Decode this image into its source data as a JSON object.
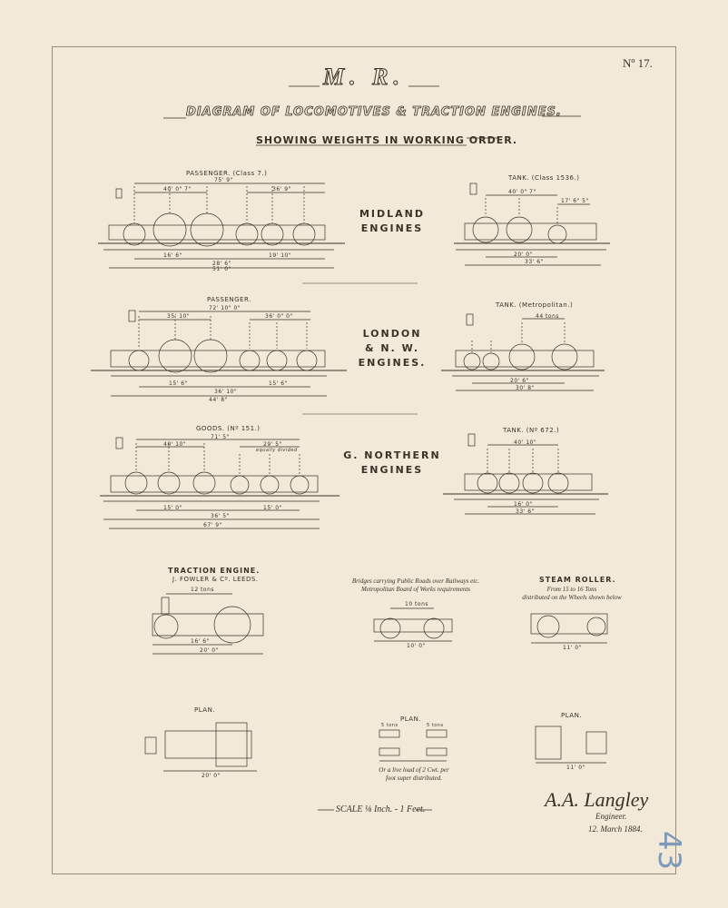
{
  "sheet_number": "Nº 17.",
  "monogram": "M. R.",
  "title": "DIAGRAM OF LOCOMOTIVES & TRACTION ENGINES.",
  "subtitle": "SHOWING WEIGHTS IN WORKING ORDER.",
  "groups": {
    "midland": {
      "line1": "MIDLAND",
      "line2": "ENGINES"
    },
    "lnw": {
      "line1": "LONDON",
      "line2": "& N. W.",
      "line3": "ENGINES."
    },
    "gn": {
      "line1": "G. NORTHERN",
      "line2": "ENGINES"
    }
  },
  "engines": {
    "mr_passenger": "PASSENGER. (Class 7.)",
    "mr_tank": "TANK. (Class 1536.)",
    "lnw_passenger": "PASSENGER.",
    "lnw_tank": "TANK. (Metropolitan.)",
    "gn_goods": "GOODS. (Nº 151.)",
    "gn_tank": "TANK. (Nº 672.)"
  },
  "dimensions": {
    "mr_passenger": {
      "overall": "75' 9\"",
      "left": "40' 0\" 7\"",
      "right": "36' 9\"",
      "bottom1": "16' 6\"",
      "bottom2": "19' 10\"",
      "wheelbase": "28' 6\"",
      "total": "51' 0\""
    },
    "mr_tank": {
      "top": "40' 0\" 7\"",
      "right": "17' 6\" 5\"",
      "wheelbase": "20' 0\"",
      "total": "33' 6\""
    },
    "lnw_passenger": {
      "overall": "72' 10\" 0\"",
      "left": "35' 10\"",
      "right": "36' 0\" 0\"",
      "bottom1": "15' 6\"",
      "bottom2": "15' 6\"",
      "wheelbase": "36' 10\"",
      "total": "44' 8\""
    },
    "lnw_tank": {
      "top": "44 tons",
      "wheelbase": "20' 6\"",
      "total": "30' 8\""
    },
    "gn_goods": {
      "overall": "71' 5\"",
      "left": "40' 10\"",
      "right": "29' 5\"",
      "note": "equally divided",
      "bottom1": "15' 0\"",
      "bottom2": "15' 0\"",
      "wheelbase": "36' 5\"",
      "total": "67' 9\""
    },
    "gn_tank": {
      "top": "40' 10\"",
      "wheelbase": "16' 0\"",
      "total": "33' 6\""
    }
  },
  "traction": {
    "title": "TRACTION ENGINE.",
    "maker": "J. FOWLER & Cº. LEEDS.",
    "weight": "12 tons",
    "wheelbase": "16' 6\"",
    "length": "20' 0\""
  },
  "bridges": {
    "note_line1": "Bridges carrying Public Roads over Railways etc.",
    "note_line2": "Metropolitan Board of Works requirements",
    "weight": "10 tons",
    "length": "10' 0\""
  },
  "roller": {
    "title": "STEAM ROLLER.",
    "line1": "From 15 to 16 Tons",
    "line2": "distributed on the Wheels shown below",
    "length": "11' 0\""
  },
  "plan": {
    "label": "PLAN.",
    "traction_width": "20' 0\"",
    "bridges_tons_a": "5 tons",
    "bridges_tons_b": "5 tons",
    "bridges_note1": "Or a live load of 2 Cwt. per",
    "bridges_note2": "foot super distributed.",
    "roller_dim": "11' 0\""
  },
  "scale": "SCALE ⅛ Inch. - 1 Feet.",
  "signature": "A.A. Langley",
  "engineer": "Engineer.",
  "date": "12. March 1884.",
  "folio": "43",
  "colors": {
    "paper": "#f2e9d8",
    "ink": "#3a3228",
    "pencil": "#7e9ab8"
  }
}
